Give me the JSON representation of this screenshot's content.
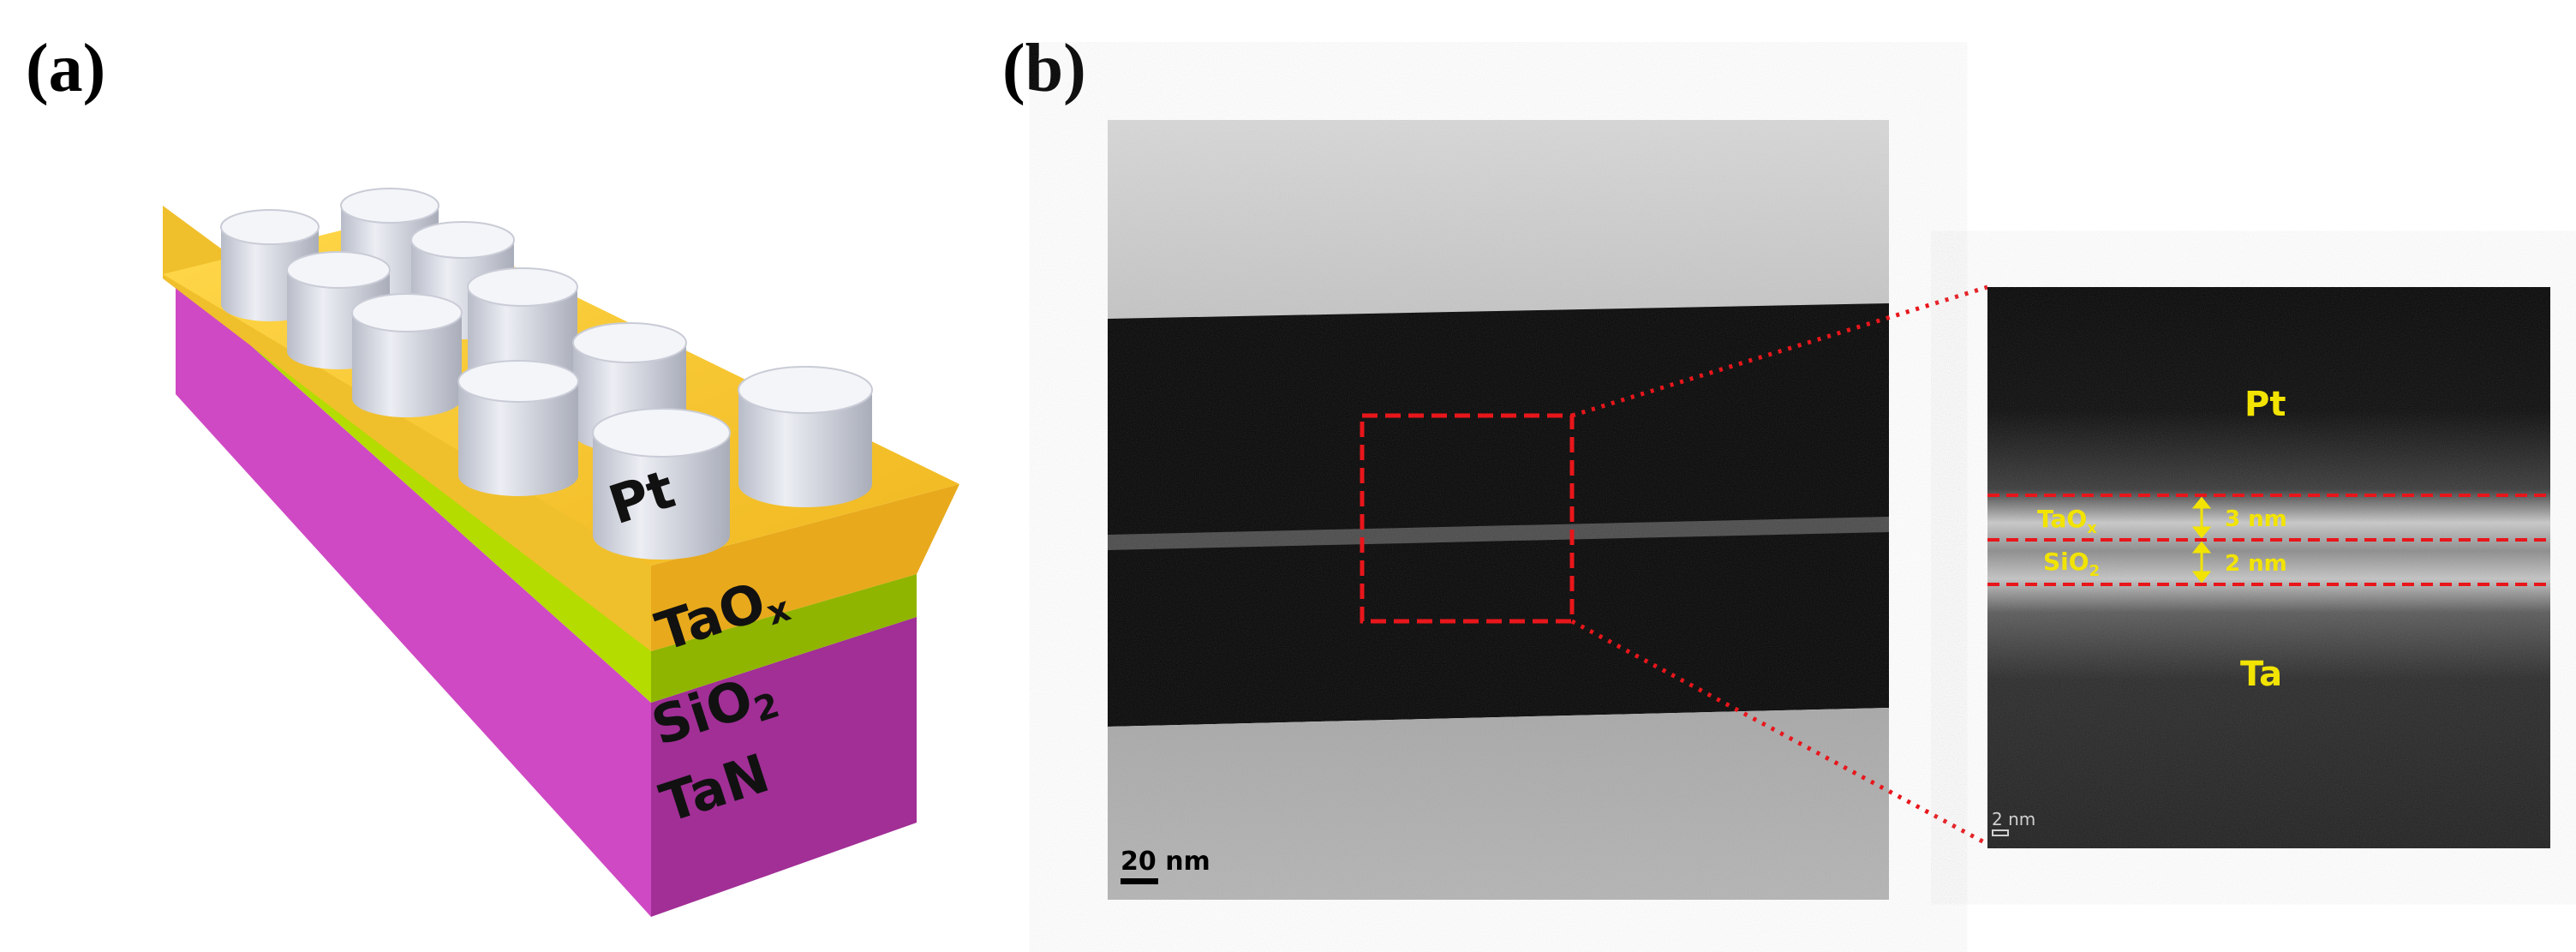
{
  "panels": {
    "a": {
      "label": "(a)"
    },
    "b": {
      "label": "(b)"
    }
  },
  "device": {
    "electrode_label": "Pt",
    "layers": [
      {
        "name": "TaO",
        "sub": "x",
        "color": "#f2c230"
      },
      {
        "name": "SiO",
        "sub": "2",
        "color": "#b6e000"
      },
      {
        "name": "TaN",
        "sub": "",
        "color": "#d24ac8"
      }
    ]
  },
  "tem": {
    "scale_bar_main": "20 nm",
    "scale_bar_inset": "2 nm",
    "inset_top_label": "Pt",
    "inset_bottom_label": "Ta",
    "layer_labels": [
      {
        "name": "TaO",
        "sub": "x",
        "thickness": "3 nm"
      },
      {
        "name": "SiO",
        "sub": "2",
        "thickness": "2 nm"
      }
    ],
    "highlight_color": "#e8161b"
  }
}
